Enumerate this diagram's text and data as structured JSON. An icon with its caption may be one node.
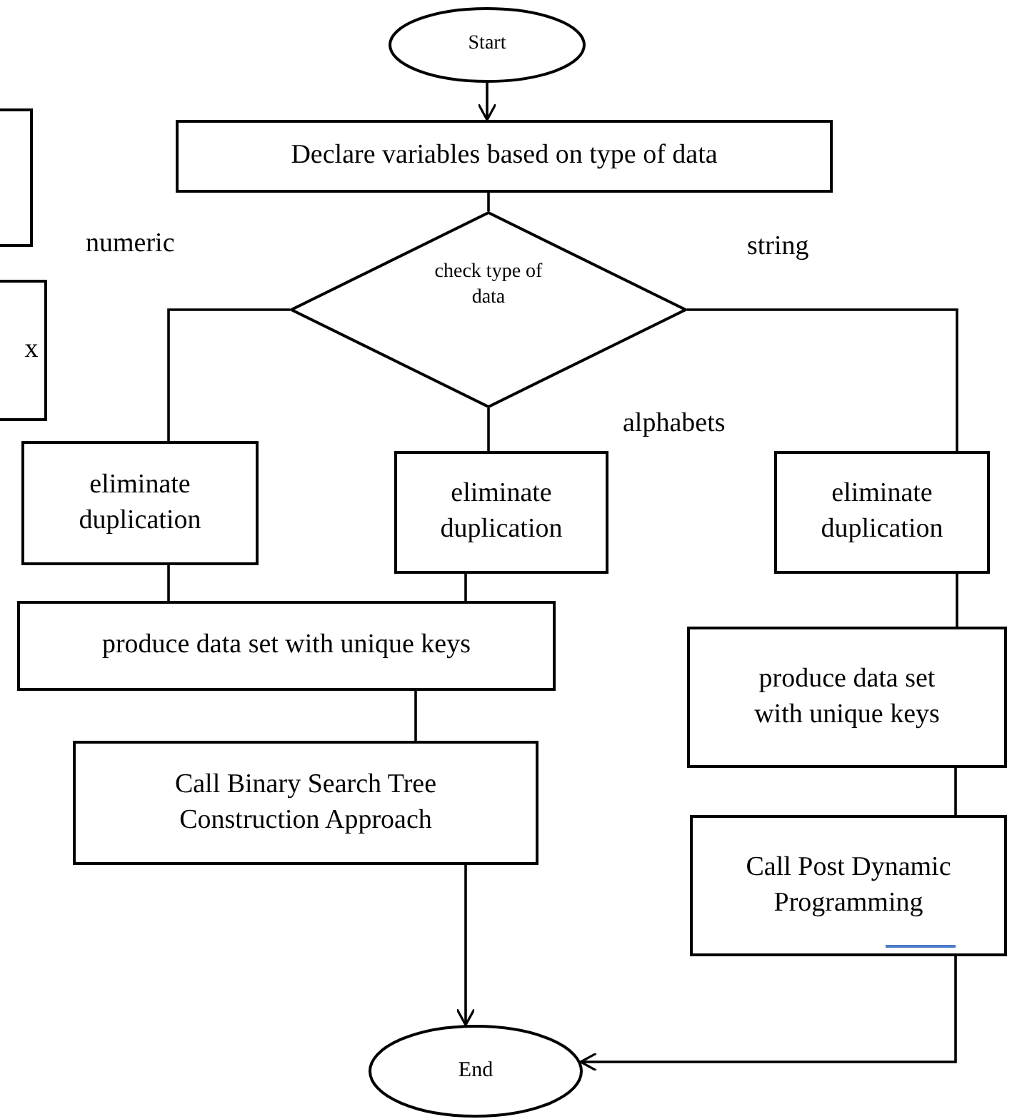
{
  "diagram": {
    "nodes": [
      {
        "text": [],
        "shape": "box"
      },
      {
        "text": [
          "x"
        ]
      },
      {
        "text": [
          "Start"
        ]
      },
      {
        "text": [
          "Declare variables based on  type of data"
        ]
      },
      {
        "text": [
          "check type of data"
        ]
      },
      {
        "text": [
          "eliminate duplication"
        ]
      },
      {
        "text": [
          "eliminate duplication"
        ]
      },
      {
        "text": [
          "eliminate duplication"
        ]
      },
      {
        "text": [
          "produce data set with unique keys"
        ]
      },
      {
        "text": [
          "produce data set with unique keys"
        ]
      },
      {
        "text": [
          "Call Binary Search Tree Construction Approach"
        ]
      },
      {
        "text": [
          "Call Post Dynamic Programming"
        ]
      },
      {
        "text": [
          "End"
        ]
      }
    ],
    "edges": [
      {
        "from": 2,
        "to": 3,
        "arrow": "to"
      },
      {
        "from": 3,
        "to": 4,
        "arrow": "none"
      },
      {
        "from": 4,
        "to": 5,
        "arrow": "none"
      },
      {
        "from": 4,
        "to": 6,
        "arrow": "none"
      },
      {
        "from": 4,
        "to": 7,
        "arrow": "none"
      },
      {
        "from": 5,
        "to": 8,
        "arrow": "none"
      },
      {
        "from": 6,
        "to": 8,
        "arrow": "none"
      },
      {
        "from": 8,
        "to": 10,
        "arrow": "none"
      },
      {
        "from": 10,
        "to": 12,
        "arrow": "to"
      },
      {
        "from": 7,
        "to": 9,
        "arrow": "none"
      },
      {
        "from": 9,
        "to": 11,
        "arrow": "none"
      },
      {
        "from": 11,
        "to": 12,
        "arrow": "to"
      }
    ],
    "labels": [
      "numeric",
      "string",
      "alphabets"
    ]
  }
}
